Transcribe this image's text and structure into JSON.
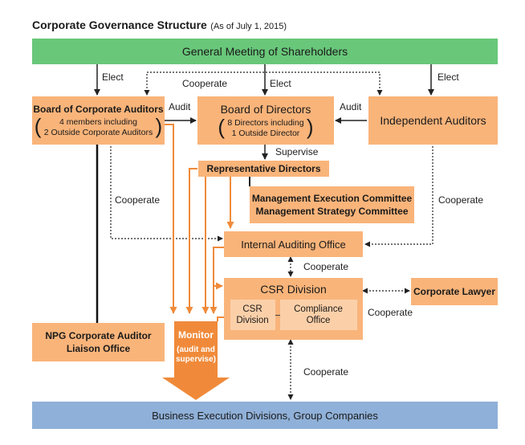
{
  "title": "Corporate Governance Structure",
  "title_note": "(As of July 1, 2015)",
  "shareholders": "General Meeting of Shareholders",
  "auditors_board": {
    "name": "Board of Corporate Auditors",
    "detail1": "4 members including",
    "detail2": "2 Outside Corporate Auditors"
  },
  "directors_board": {
    "name": "Board of Directors",
    "detail1": "8 Directors including",
    "detail2": "1 Outside Director"
  },
  "independent_auditors": "Independent Auditors",
  "representative_directors": "Representative Directors",
  "committees": {
    "line1": "Management Execution Committee",
    "line2": "Management Strategy Committee"
  },
  "internal_audit": "Internal Auditing Office",
  "csr": {
    "name": "CSR Division",
    "sub1": "CSR\nDivision",
    "sub2": "Compliance\nOffice"
  },
  "corporate_lawyer": "Corporate Lawyer",
  "npg_office": {
    "line1": "NPG Corporate Auditor",
    "line2": "Liaison Office"
  },
  "monitor": {
    "title": "Monitor",
    "detail1": "(audit and",
    "detail2": "supervise)"
  },
  "business": "Business Execution Divisions, Group Companies",
  "labels": {
    "elect_left": "Elect",
    "elect_mid": "Elect",
    "elect_right": "Elect",
    "cooperate_top": "Cooperate",
    "audit_left": "Audit",
    "audit_right": "Audit",
    "supervise": "Supervise",
    "cooperate_left": "Cooperate",
    "cooperate_right": "Cooperate",
    "cooperate_internal": "Cooperate",
    "cooperate_lawyer": "Cooperate",
    "cooperate_business": "Cooperate"
  },
  "colors": {
    "orange_box": "#f9b47a",
    "orange_line": "#f08a3a",
    "green": "#69c77a",
    "blue": "#8fb0d8"
  }
}
